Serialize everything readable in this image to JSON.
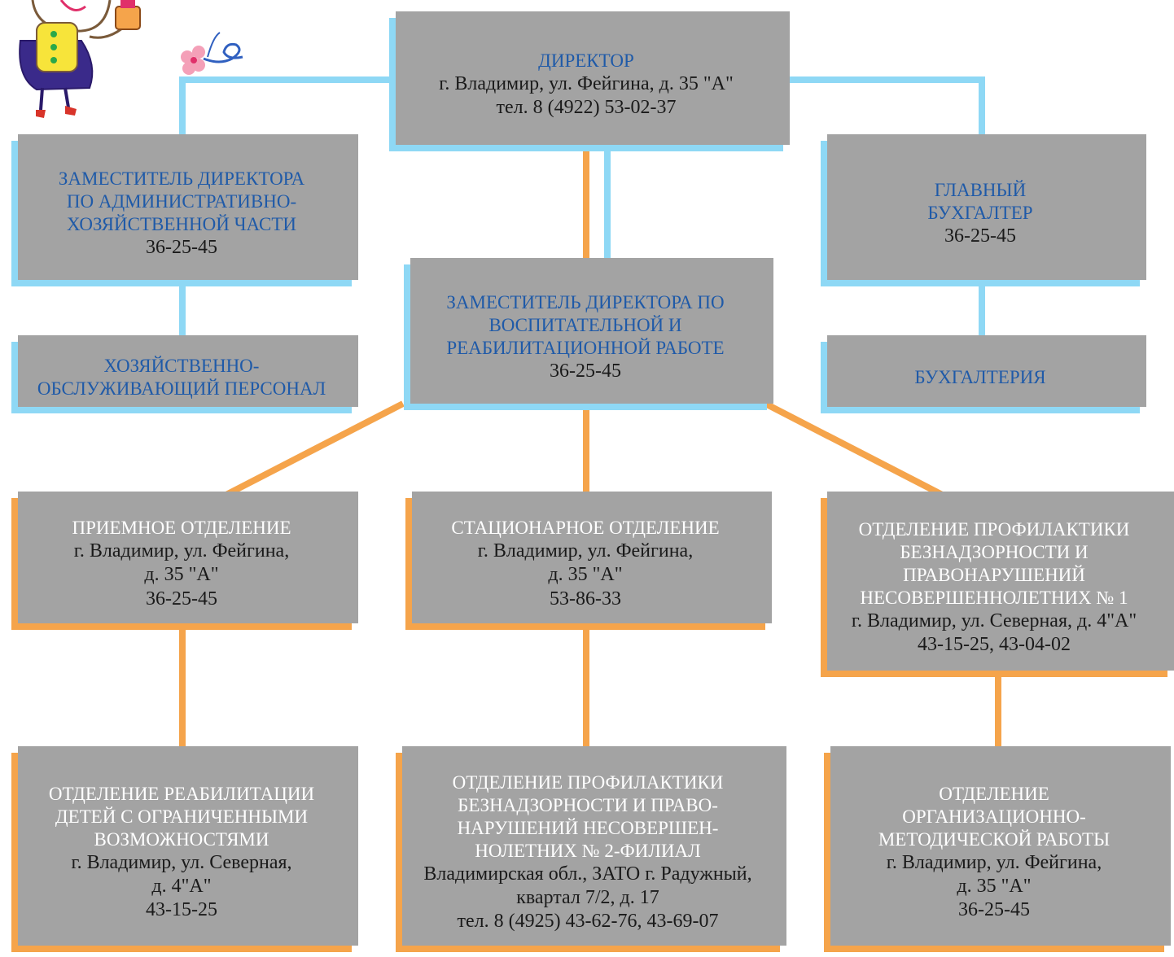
{
  "colors": {
    "blue_box": "#8ed8f5",
    "orange_box": "#f5a44b",
    "blue_line": "#8ed8f5",
    "orange_line": "#f5a44b",
    "shadow": "#a3a3a3",
    "title_blue": "#1f5aa8",
    "title_orange": "#ffffff"
  },
  "director": {
    "title": "ДИРЕКТОР",
    "l1": "г. Владимир, ул. Фейгина, д. 35 \"А\"",
    "l2": "тел. 8 (4922) 53-02-37"
  },
  "deputy_admin": {
    "t1": "ЗАМЕСТИТЕЛЬ ДИРЕКТОРА",
    "t2": "ПО АДМИНИСТРАТИВНО-",
    "t3": "ХОЗЯЙСТВЕННОЙ ЧАСТИ",
    "phone": "36-25-45"
  },
  "chief_accountant": {
    "t1": "ГЛАВНЫЙ",
    "t2": "БУХГАЛТЕР",
    "phone": "36-25-45"
  },
  "deputy_edu": {
    "t1": "ЗАМЕСТИТЕЛЬ ДИРЕКТОРА ПО",
    "t2": "ВОСПИТАТЕЛЬНОЙ И",
    "t3": "РЕАБИЛИТАЦИОННОЙ РАБОТЕ",
    "phone": "36-25-45"
  },
  "service_staff": {
    "t1": "ХОЗЯЙСТВЕННО-",
    "t2": "ОБСЛУЖИВАЮЩИЙ ПЕРСОНАЛ"
  },
  "accounting": {
    "t1": "БУХГАЛТЕРИЯ"
  },
  "reception": {
    "t1": "ПРИЕМНОЕ ОТДЕЛЕНИЕ",
    "l1": "г. Владимир, ул. Фейгина,",
    "l2": "д. 35 \"А\"",
    "l3": "36-25-45"
  },
  "inpatient": {
    "t1": "СТАЦИОНАРНОЕ ОТДЕЛЕНИЕ",
    "l1": "г. Владимир, ул. Фейгина,",
    "l2": "д. 35 \"А\"",
    "l3": "53-86-33"
  },
  "prevention1": {
    "t1": "ОТДЕЛЕНИЕ ПРОФИЛАКТИКИ",
    "t2": "БЕЗНАДЗОРНОСТИ И",
    "t3": "ПРАВОНАРУШЕНИЙ",
    "t4": "НЕСОВЕРШЕННОЛЕТНИХ № 1",
    "l1": "г. Владимир, ул. Северная, д. 4\"А\"",
    "l2": "43-15-25, 43-04-02"
  },
  "rehab": {
    "t1": "ОТДЕЛЕНИЕ РЕАБИЛИТАЦИИ",
    "t2": "ДЕТЕЙ С ОГРАНИЧЕННЫМИ",
    "t3": "ВОЗМОЖНОСТЯМИ",
    "l1": "г. Владимир, ул. Северная,",
    "l2": "д. 4\"А\"",
    "l3": "43-15-25"
  },
  "prevention2": {
    "t1": "ОТДЕЛЕНИЕ ПРОФИЛАКТИКИ",
    "t2": "БЕЗНАДЗОРНОСТИ И ПРАВО-",
    "t3": "НАРУШЕНИЙ НЕСОВЕРШЕН-",
    "t4": "НОЛЕТНИХ № 2-ФИЛИАЛ",
    "l1": "Владимирская обл., ЗАТО г. Радужный,",
    "l2": "квартал 7/2, д. 17",
    "l3": "тел. 8 (4925) 43-62-76, 43-69-07"
  },
  "methodical": {
    "t1": "ОТДЕЛЕНИЕ",
    "t2": "ОРГАНИЗАЦИОННО-",
    "t3": "МЕТОДИЧЕСКОЙ РАБОТЫ",
    "l1": "г. Владимир, ул. Фейгина,",
    "l2": "д. 35 \"А\"",
    "l3": "36-25-45"
  }
}
